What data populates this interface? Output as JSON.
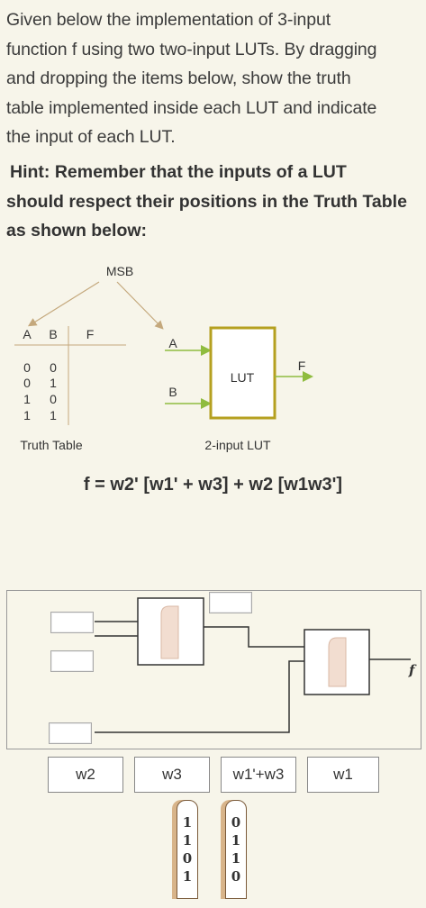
{
  "question": {
    "lines": [
      "Given below the implementation of 3-input",
      "function f using two two-input LUTs. By dragging",
      "and dropping the items below, show the truth",
      "table implemented inside each LUT and indicate",
      "the input of each LUT."
    ]
  },
  "hint": {
    "lines": [
      "Hint: Remember that the inputs of a LUT",
      "should respect their positions in the Truth Table",
      "as shown below:"
    ]
  },
  "diagram": {
    "msb_label": "MSB",
    "tt_headers": [
      "A",
      "B",
      "F"
    ],
    "tt_rows": [
      [
        "0",
        "0"
      ],
      [
        "0",
        "1"
      ],
      [
        "1",
        "0"
      ],
      [
        "1",
        "1"
      ]
    ],
    "tt_caption": "Truth Table",
    "lut_label": "LUT",
    "lut_in_a": "A",
    "lut_in_b": "B",
    "lut_out": "F",
    "lut_caption": "2-input LUT"
  },
  "formula": "f = w2' [w1' + w3] + w2 [w1w3']",
  "circuit": {
    "output_label": "f"
  },
  "draggables": [
    "w2",
    "w3",
    "w1'+w3",
    "w1"
  ],
  "truth_cards": [
    {
      "digits": [
        "1",
        "1",
        "0",
        "1"
      ]
    },
    {
      "digits": [
        "0",
        "1",
        "1",
        "0"
      ]
    }
  ],
  "colors": {
    "background": "#f7f5ea",
    "arrow": "#c4a87c",
    "lut_border": "#b5a020",
    "lut_arrow": "#8fbc3f"
  }
}
